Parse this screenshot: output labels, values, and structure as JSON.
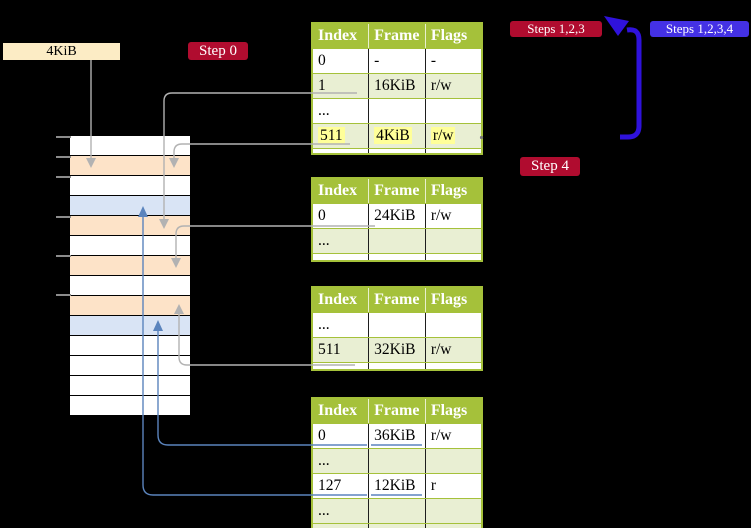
{
  "palette": {
    "green": "#a5c13a",
    "row-green": "#e9efd3",
    "highlight": "#ffff99",
    "crimson": "#b00c2f",
    "badge-blue": "#4431e5",
    "arrow-blue": "#2f12dc",
    "cream": "#fcecc5",
    "peach": "#fde3c8",
    "row-blue": "#d9e4f5",
    "gray": "#b2b2b2",
    "steel": "#5b84bd",
    "tick": "#8c8c8c"
  },
  "labels": {
    "page_size": "4KiB"
  },
  "badges": {
    "step0": "Step 0",
    "steps123": "Steps 1,2,3",
    "steps1234": "Steps 1,2,3,4",
    "step4": "Step 4"
  },
  "tables": [
    {
      "id": "t1",
      "headers": [
        "Index",
        "Frame",
        "Flags"
      ],
      "rows": [
        {
          "cells": [
            "0",
            "-",
            "-"
          ],
          "shade": "white"
        },
        {
          "cells": [
            "1",
            "16KiB",
            "r/w"
          ],
          "shade": "green"
        },
        {
          "cells": [
            "...",
            "",
            ""
          ],
          "shade": "white"
        },
        {
          "cells": [
            "511",
            "4KiB",
            "r/w"
          ],
          "shade": "green",
          "highlight": true
        }
      ]
    },
    {
      "id": "t2",
      "headers": [
        "Index",
        "Frame",
        "Flags"
      ],
      "rows": [
        {
          "cells": [
            "0",
            "24KiB",
            "r/w"
          ],
          "shade": "white"
        },
        {
          "cells": [
            "...",
            "",
            ""
          ],
          "shade": "green"
        }
      ]
    },
    {
      "id": "t3",
      "headers": [
        "Index",
        "Frame",
        "Flags"
      ],
      "rows": [
        {
          "cells": [
            "...",
            "",
            ""
          ],
          "shade": "white"
        },
        {
          "cells": [
            "511",
            "32KiB",
            "r/w"
          ],
          "shade": "green"
        }
      ]
    },
    {
      "id": "t4",
      "headers": [
        "Index",
        "Frame",
        "Flags"
      ],
      "rows": [
        {
          "cells": [
            "0",
            "36KiB",
            "r/w"
          ],
          "shade": "white"
        },
        {
          "cells": [
            "...",
            "",
            ""
          ],
          "shade": "green"
        },
        {
          "cells": [
            "127",
            "12KiB",
            "r"
          ],
          "shade": "white"
        },
        {
          "cells": [
            "...",
            "",
            ""
          ],
          "shade": "green"
        }
      ]
    }
  ],
  "memory": {
    "rows": [
      {
        "fill": "white"
      },
      {
        "fill": "peach"
      },
      {
        "fill": "white"
      },
      {
        "fill": "blue"
      },
      {
        "fill": "peach"
      },
      {
        "fill": "white"
      },
      {
        "fill": "peach"
      },
      {
        "fill": "white"
      },
      {
        "fill": "peach"
      },
      {
        "fill": "blue"
      },
      {
        "fill": "white"
      },
      {
        "fill": "white"
      },
      {
        "fill": "white"
      },
      {
        "fill": "white"
      }
    ]
  },
  "arrows": [
    {
      "name": "arrow-4kib-label-to-memory",
      "color": "#b2b2b2"
    },
    {
      "name": "arrow-t1-index1-to-memory",
      "color": "#b2b2b2"
    },
    {
      "name": "arrow-t1-index511-to-memory",
      "color": "#b2b2b2"
    },
    {
      "name": "arrow-t2-index0-to-memory",
      "color": "#b2b2b2"
    },
    {
      "name": "arrow-t3-index511-to-memory",
      "color": "#b2b2b2"
    },
    {
      "name": "arrow-t4-index0-to-memory",
      "color": "#5b84bd"
    },
    {
      "name": "arrow-t4-index127-to-memory",
      "color": "#5b84bd"
    },
    {
      "name": "arrow-loop-back-to-top-table",
      "color": "#2f12dc"
    }
  ]
}
